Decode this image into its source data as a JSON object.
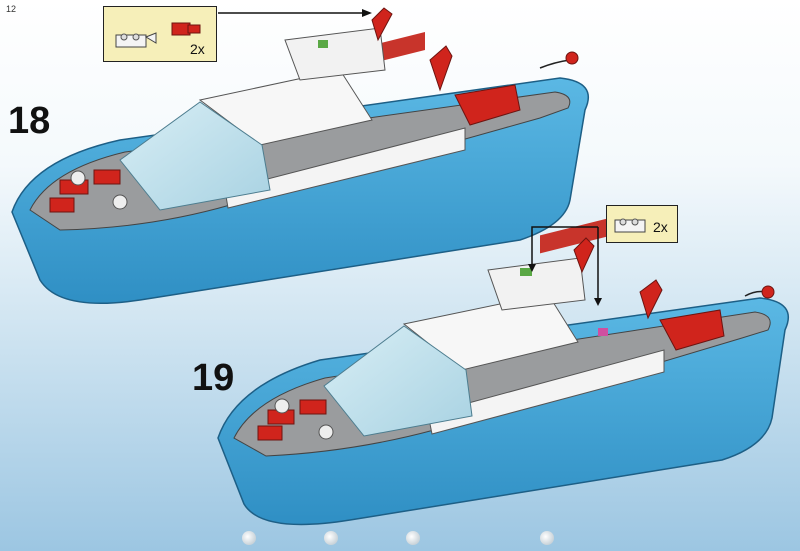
{
  "page": {
    "number": "12"
  },
  "steps": [
    {
      "number": "18",
      "callout": {
        "quantity": "2x",
        "parts": [
          "white-plate-with-clip",
          "red-lever-handle"
        ]
      }
    },
    {
      "number": "19",
      "callout": {
        "quantity": "2x",
        "parts": [
          "white-plate-1x2"
        ]
      }
    }
  ],
  "colors": {
    "hull_blue": "#3fa6d8",
    "deck_gray": "#9a9c9e",
    "superstructure_white": "#f4f4f4",
    "accent_red": "#d0241c",
    "callout_yellow": "#f6efb9",
    "windshield": "#b9dde8"
  }
}
